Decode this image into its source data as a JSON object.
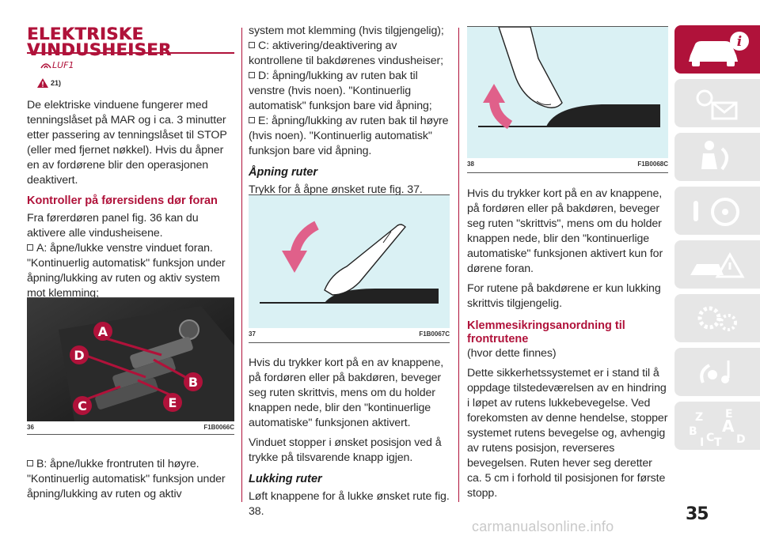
{
  "section_title_line1": "ELEKTRISKE",
  "section_title_line2": "VINDUSHEISER",
  "warning_ref": "21)",
  "col1": {
    "intro": "De elektriske vinduene fungerer med tenningslåset på MAR og i ca. 3 minutter etter passering av tenningslåset til STOP (eller med fjernet nøkkel). Hvis du åpner en av fordørene blir den operasjonen deaktivert.",
    "heading_driver_door": "Kontroller på førersidens dør foran",
    "driver_door_text": "Fra førerdøren panel fig. 36 kan du aktivere alle vindusheisene.",
    "item_a": "A: åpne/lukke venstre vinduet foran. \"Kontinuerlig automatisk\" funksjon under åpning/lukking av ruten og aktiv system mot klemming;",
    "item_b_line1": "B: åpne/lukke frontruten til høyre.",
    "item_b_rest": "\"Kontinuerlig automatisk\" funksjon under åpning/lukking av ruten og aktiv"
  },
  "fig36": {
    "number": "36",
    "code": "F1B0066C",
    "labels": {
      "a": "A",
      "b": "B",
      "c": "C",
      "d": "D",
      "e": "E"
    }
  },
  "col2": {
    "cont": "system mot klemming (hvis tilgjengelig);",
    "item_c": "C: aktivering/deaktivering av kontrollene til bakdørenes vindusheiser;",
    "item_d": "D: åpning/lukking av ruten bak til venstre (hvis noen). \"Kontinuerlig automatisk\" funksjon bare vid åpning;",
    "item_e": "E: åpning/lukking av ruten bak til høyre (hvis noen). \"Kontinuerlig automatisk\" funksjon bare vid åpning.",
    "heading_opening": "Åpning ruter",
    "opening_text": "Trykk for å åpne ønsket rute fig. 37.",
    "short_press": "Hvis du trykker kort på en av knappene, på fordøren eller på bakdøren, beveger seg ruten skrittvis, mens om du holder knappen nede, blir den \"kontinuerlige automatiske\" funksjonen aktivert.",
    "stop_text": "Vinduet stopper i ønsket posisjon ved å trykke på tilsvarende knapp igjen.",
    "heading_closing": "Lukking ruter",
    "closing_text": "Løft knappene for å lukke ønsket rute fig. 38."
  },
  "fig37": {
    "number": "37",
    "code": "F1B0067C"
  },
  "fig38": {
    "number": "38",
    "code": "F1B0068C"
  },
  "col3": {
    "short_press": "Hvis du trykker kort på en av knappene, på fordøren eller på bakdøren, beveger seg ruten \"skrittvis\", mens om du holder knappen nede, blir den \"kontinuerlige automatiske\" funksjonen aktivert kun for dørene foran.",
    "rear_text": "For rutene på bakdørene er kun lukking skrittvis tilgjengelig.",
    "heading_antipinch": "Klemmesikringsanordning til frontrutene",
    "antipinch_note": "(hvor dette finnes)",
    "antipinch_text": "Dette sikkerhetssystemet er i stand til å oppdage tilstedeværelsen av en hindring i løpet av rutens lukkebevegelse. Ved forekomsten av denne hendelse, stopper systemet rutens bevegelse og, avhengig av rutens posisjon, reverseres bevegelsen. Ruten hever seg deretter ca. 5 cm i forhold til posisjonen for første stopp."
  },
  "sidebar_icons": [
    "car-info-icon",
    "warning-lights-icon",
    "airbag-seat-icon",
    "steering-wheel-icon",
    "accident-triangle-icon",
    "service-gears-icon",
    "navigation-music-icon",
    "index-letters-icon"
  ],
  "index_letters": [
    "Z",
    "E",
    "B",
    "A",
    "I",
    "C",
    "T",
    "D"
  ],
  "page_number": "35",
  "watermark": "carmanualsonline.info",
  "colors": {
    "accent": "#b0123a",
    "tab_grey": "#e6e6e6",
    "figure_bg": "#daf1f4"
  }
}
